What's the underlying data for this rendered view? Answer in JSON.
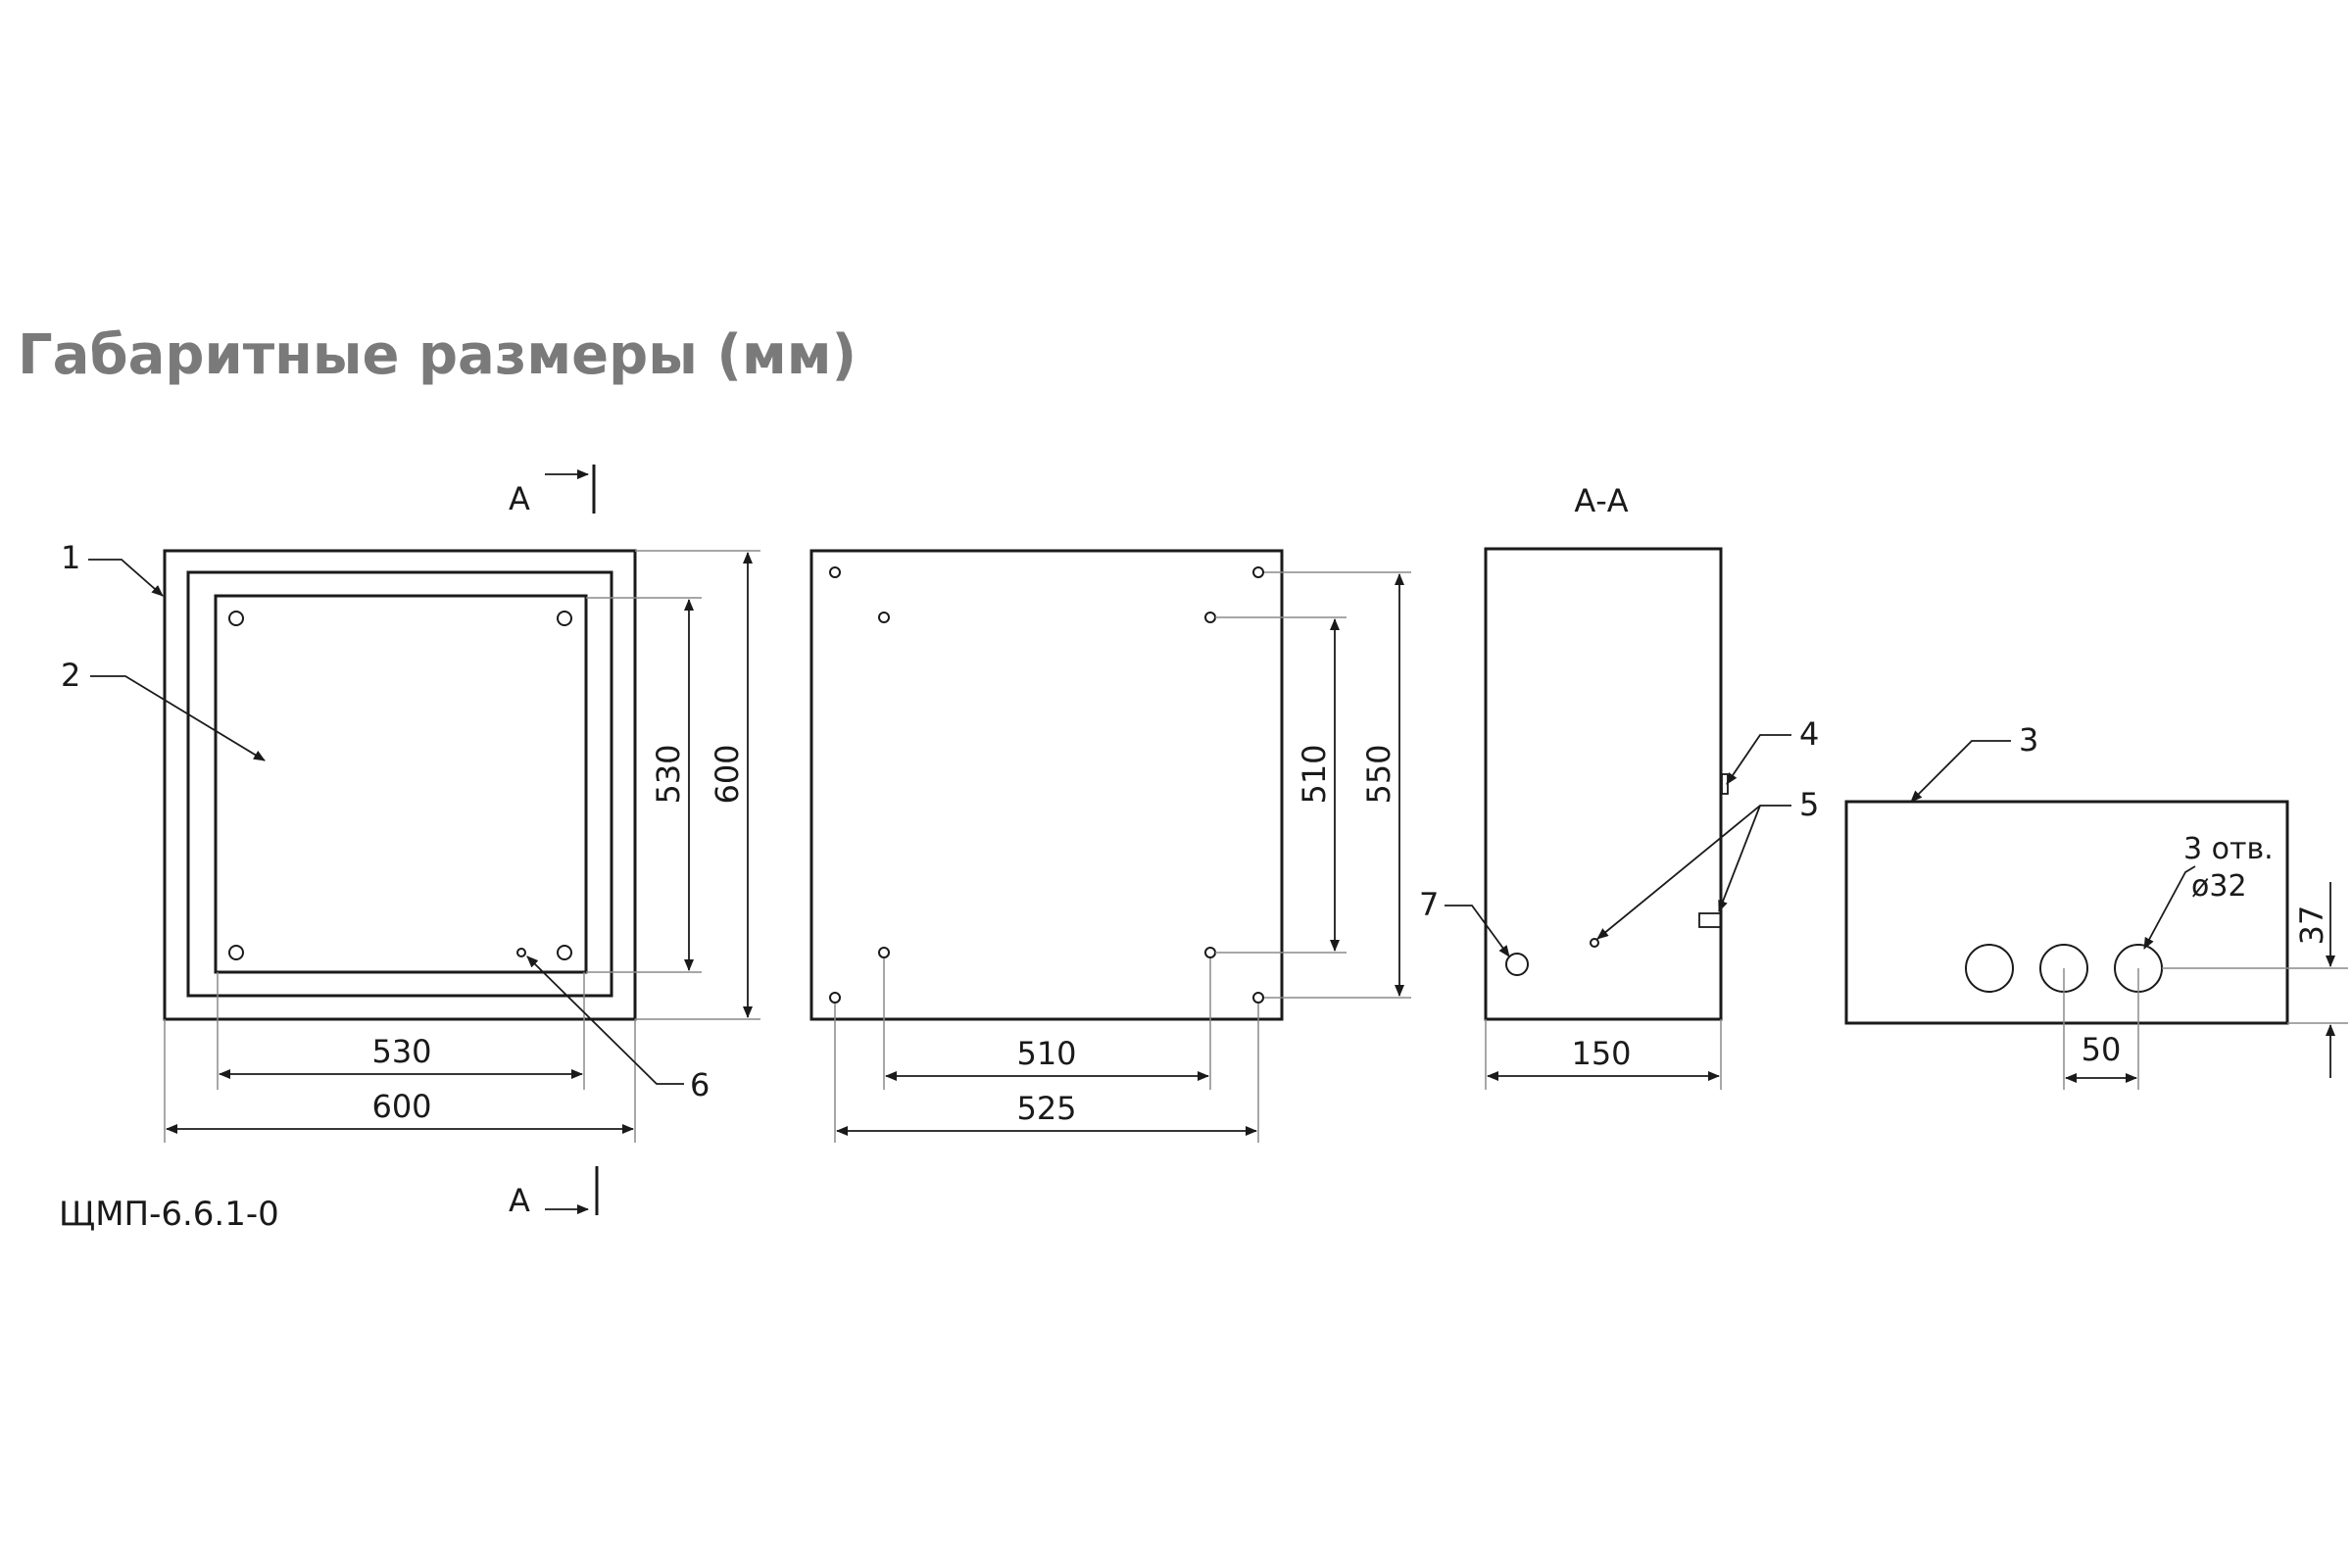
{
  "title": "Габаритные размеры (мм)",
  "model": "ЩМП-6.6.1-0",
  "section_marker": "А",
  "section_view_label": "А-А",
  "callouts": [
    "1",
    "2",
    "3",
    "4",
    "5",
    "6",
    "7"
  ],
  "dimensions": {
    "front_inner_width": "530",
    "front_outer_width": "600",
    "front_inner_height": "530",
    "front_outer_height": "600",
    "back_inner_width": "510",
    "back_outer_width": "525",
    "back_inner_height": "510",
    "back_outer_height": "550",
    "depth": "150",
    "hole_spacing": "50",
    "hole_offset": "37"
  },
  "holes_note": {
    "count": "3 отв.",
    "diameter": "ø32"
  }
}
